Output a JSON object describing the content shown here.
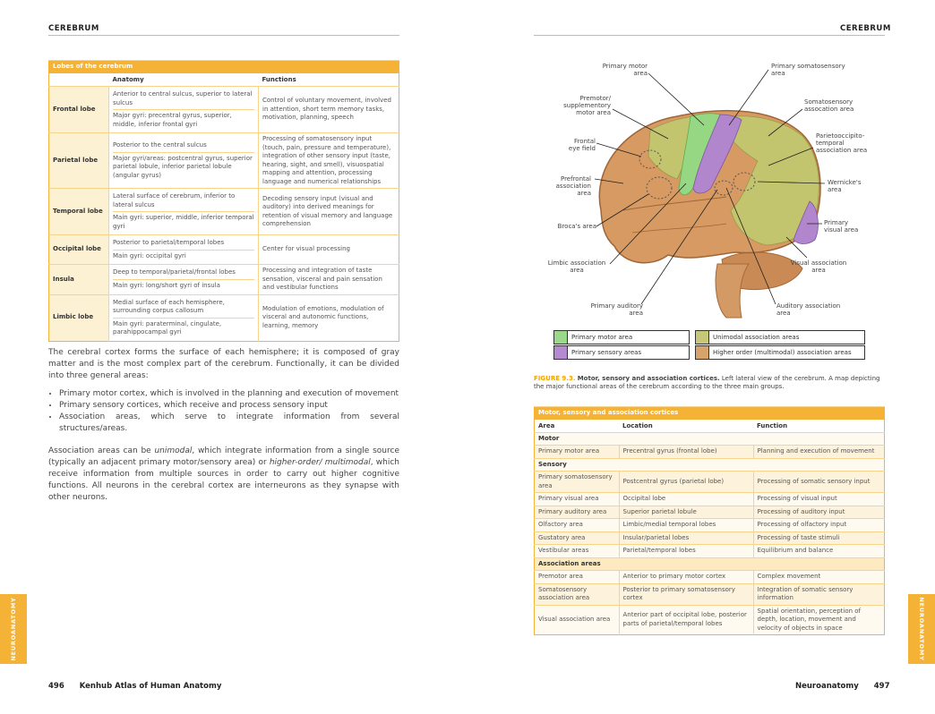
{
  "left_page": {
    "header": "CEREBRUM",
    "side_tab": "NEUROANATOMY",
    "footer_num": "496",
    "footer_title": "Kenhub Atlas of Human Anatomy",
    "table": {
      "caption": "Lobes of the cerebrum",
      "headers": [
        "",
        "Anatomy",
        "Functions"
      ],
      "rows": [
        {
          "lobe": "Frontal lobe",
          "anatomy": [
            "Anterior to central sulcus, superior to lateral sulcus",
            "Major gyri: precentral gyrus, superior, middle, inferior frontal gyri"
          ],
          "functions": "Control of voluntary movement, involved in attention, short term memory tasks, motivation, planning, speech"
        },
        {
          "lobe": "Parietal lobe",
          "anatomy": [
            "Posterior to the central sulcus",
            "Major gyri/areas: postcentral gyrus, superior parietal lobule, inferior parietal lobule (angular gyrus)"
          ],
          "functions": "Processing of somatosensory input (touch, pain, pressure and temperature), integration of other sensory input (taste, hearing, sight, and smell), visuospatial mapping and attention, processing language and numerical relationships"
        },
        {
          "lobe": "Temporal lobe",
          "anatomy": [
            "Lateral surface of cerebrum, inferior to lateral sulcus",
            "Main gyri: superior, middle, inferior temporal gyri"
          ],
          "functions": "Decoding sensory input (visual and auditory) into derived meanings for retention of visual memory and language comprehension"
        },
        {
          "lobe": "Occipital lobe",
          "anatomy": [
            "Posterior to parietal/temporal lobes",
            "Main gyri: occipital gyri"
          ],
          "functions": "Center for visual processing"
        },
        {
          "lobe": "Insula",
          "anatomy": [
            "Deep to temporal/parietal/frontal lobes",
            "Main gyri: long/short gyri of insula"
          ],
          "functions": "Processing and integration of taste sensation, visceral and pain sensation and vestibular functions"
        },
        {
          "lobe": "Limbic lobe",
          "anatomy": [
            "Medial surface of each hemisphere, surrounding corpus callosum",
            "Main gyri: paraterminal, cingulate, parahippocampal gyri"
          ],
          "functions": "Modulation of emotions, modulation of visceral and autonomic functions, learning, memory"
        }
      ]
    },
    "para1": "The cerebral cortex forms the surface of each hemisphere; it is composed of gray matter and is the most complex part of the cerebrum. Functionally, it can be divided into three general areas:",
    "bullets": [
      "Primary motor cortex, which is involved in the planning and execution of movement",
      "Primary sensory cortices, which receive and process sensory input",
      "Association areas, which serve to integrate information from several structures/areas."
    ],
    "para2_a": "Association areas can be ",
    "para2_em1": "unimodal",
    "para2_b": ", which integrate information from a single source (typically an adjacent primary motor/sensory area) or ",
    "para2_em2": "higher-order/ multimodal",
    "para2_c": ", which receive information from multiple sources in order to carry out higher cognitive functions. All neurons in the cerebral cortex are interneurons as they synapse with other neurons."
  },
  "right_page": {
    "header": "CEREBRUM",
    "side_tab": "NEUROANATOMY",
    "footer_title": "Neuroanatomy",
    "footer_num": "497",
    "figure_labels": {
      "primary_motor": "Primary motor\narea",
      "primary_somato": "Primary somatosensory\narea",
      "premotor": "Premotor/\nsupplementory\nmotor area",
      "somato_assoc": "Somatosensory\nassocation area",
      "frontal_eye": "Frontal\neye field",
      "parieto": "Parietooccipito-\ntemporal\nassociation area",
      "prefrontal": "Prefrontal\nassociation\narea",
      "wernicke": "Wernicke's\narea",
      "broca": "Broca's area",
      "primary_visual": "Primary\nvisual area",
      "limbic": "Limbic association\narea",
      "visual_assoc": "Visual association\narea",
      "primary_auditory": "Primary auditory\narea",
      "auditory_assoc": "Auditory association\narea"
    },
    "legend": [
      {
        "label": "Primary motor area",
        "color": "#9ad88a"
      },
      {
        "label": "Primary sensory areas",
        "color": "#b58ad0"
      },
      {
        "label": "Unimodal association areas",
        "color": "#c7c77a"
      },
      {
        "label": "Higher order (multimodal) association areas",
        "color": "#d6a36a"
      }
    ],
    "figure_caption_num": "FIGURE 9.3.",
    "figure_caption_title": "Motor, sensory and association cortices.",
    "figure_caption_text": " Left lateral view of the cerebrum. A map depicting the major functional areas of the cerebrum according to the three main groups.",
    "table": {
      "caption": "Motor, sensory and association cortices",
      "headers": [
        "Area",
        "Location",
        "Function"
      ],
      "rows": [
        {
          "group": "Motor"
        },
        {
          "cells": [
            "Primary motor area",
            "Precentral gyrus (frontal lobe)",
            "Planning and execution of movement"
          ]
        },
        {
          "group": "Sensory"
        },
        {
          "cells": [
            "Primary somatosensory area",
            "Postcentral gyrus (parietal lobe)",
            "Processing of somatic sensory input"
          ]
        },
        {
          "cells": [
            "Primary visual area",
            "Occipital lobe",
            "Processing of visual input"
          ]
        },
        {
          "cells": [
            "Primary auditory area",
            "Superior parietal lobule",
            "Processing of auditory input"
          ]
        },
        {
          "cells": [
            "Olfactory area",
            "Limbic/medial temporal lobes",
            "Processing of olfactory input"
          ]
        },
        {
          "cells": [
            "Gustatory area",
            "Insular/parietal lobes",
            "Processing of taste stimuli"
          ]
        },
        {
          "cells": [
            "Vestibular areas",
            "Parietal/temporal lobes",
            "Equilibrium and balance"
          ]
        },
        {
          "group": "Association areas"
        },
        {
          "cells": [
            "Premotor area",
            "Anterior to primary motor cortex",
            "Complex movement"
          ]
        },
        {
          "cells": [
            "Somatosensory association area",
            "Posterior to primary somatosensory cortex",
            "Integration of somatic sensory information"
          ]
        },
        {
          "cells": [
            "Visual association area",
            "Anterior part of occipital lobe, posterior parts of parietal/temporal lobes",
            "Spatial orientation, perception of depth, location, movement and velocity of objects in space"
          ]
        }
      ]
    }
  }
}
